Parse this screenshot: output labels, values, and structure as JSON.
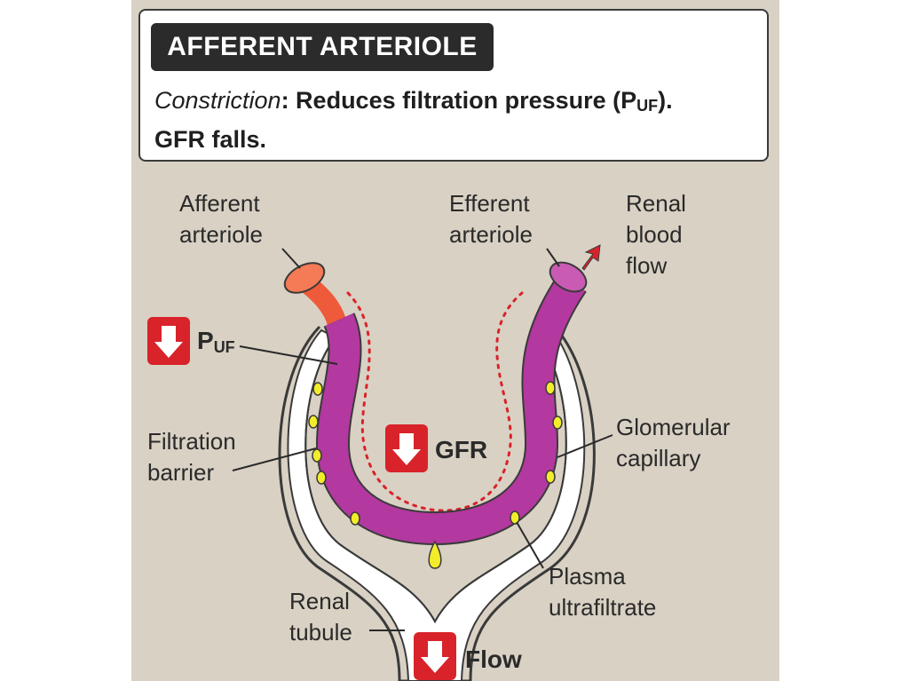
{
  "header": {
    "title": "AFFERENT ARTERIOLE",
    "desc_italic": "Constriction",
    "desc_rest": ": Reduces filtration pressure (P",
    "desc_sub": "UF",
    "desc_end": ").",
    "desc_line2": "GFR falls."
  },
  "labels": {
    "afferent_1": "Afferent",
    "afferent_2": "arteriole",
    "efferent_1": "Efferent",
    "efferent_2": "arteriole",
    "renal_blood_1": "Renal",
    "renal_blood_2": "blood",
    "renal_blood_3": "flow",
    "puf_main": "P",
    "puf_sub": "UF",
    "filtration_1": "Filtration",
    "filtration_2": "barrier",
    "gfr": "GFR",
    "glomerular_1": "Glomerular",
    "glomerular_2": "capillary",
    "plasma_1": "Plasma",
    "plasma_2": "ultrafiltrate",
    "renal_tubule_1": "Renal",
    "renal_tubule_2": "tubule",
    "flow": "Flow"
  },
  "colors": {
    "capillary": "#b3389f",
    "afferent": "#ee5a3a",
    "badge": "#d8232a",
    "arrow": "#d8232a",
    "filtrate": "#f3ec2a"
  }
}
